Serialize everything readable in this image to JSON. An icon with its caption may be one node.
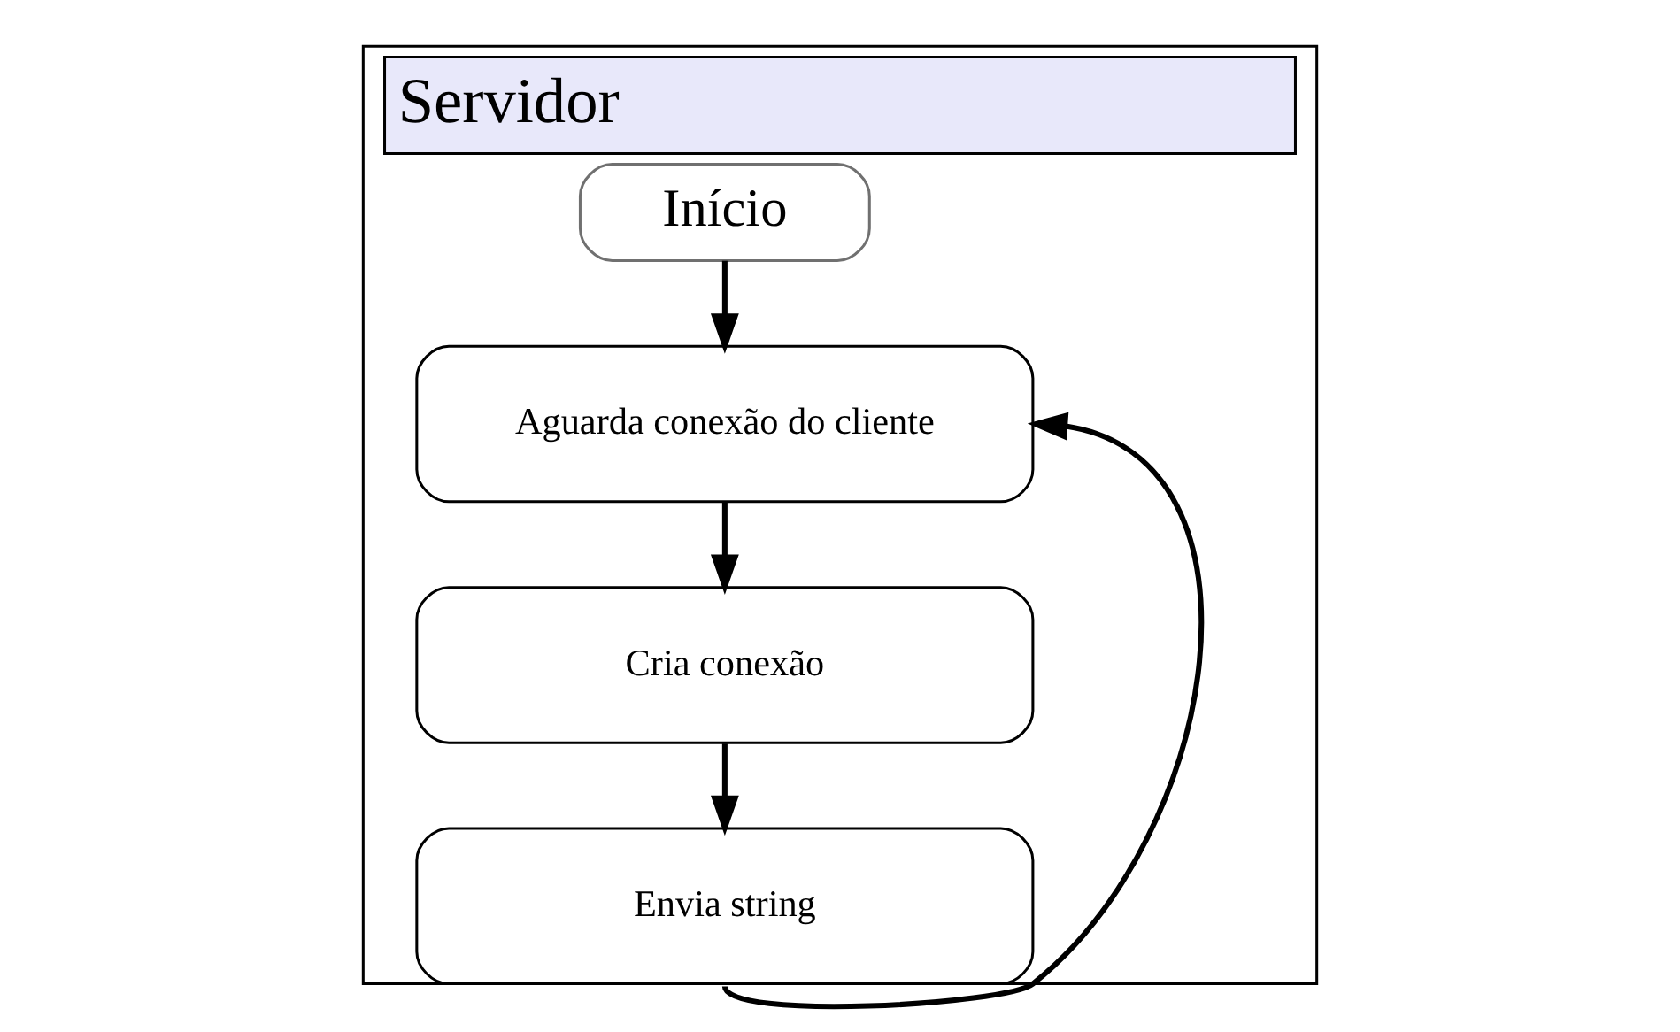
{
  "diagram": {
    "nodes": [
      {
        "text": [
          "Servidor"
        ]
      },
      {
        "text": [
          "Início"
        ],
        "in": 0
      },
      {
        "text": [
          "Aguarda conexão do cliente"
        ],
        "in": 0
      },
      {
        "text": [
          "Cria conexão"
        ],
        "in": 0
      },
      {
        "text": [
          "Envia string"
        ],
        "in": 0
      }
    ],
    "edges": [
      {
        "from": 1,
        "to": 2,
        "arrow": "to"
      },
      {
        "from": 2,
        "to": 3,
        "arrow": "to"
      },
      {
        "from": 3,
        "to": 4,
        "arrow": "to"
      },
      {
        "from": 4,
        "to": 2,
        "arrow": "to"
      }
    ]
  }
}
